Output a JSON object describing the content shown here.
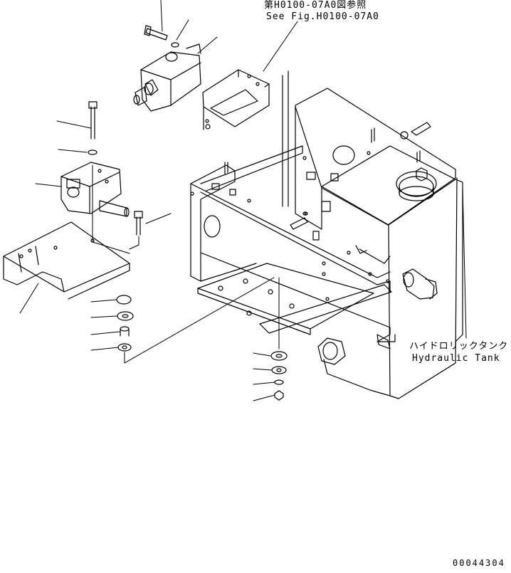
{
  "annotations": {
    "reference_jp": "第H0100-07A0図参照",
    "reference_en": "See Fig.H0100-07A0",
    "tank_label_jp": "ハイドロリックタンク",
    "tank_label_en": "Hydraulic Tank",
    "drawing_number": "00044304"
  }
}
